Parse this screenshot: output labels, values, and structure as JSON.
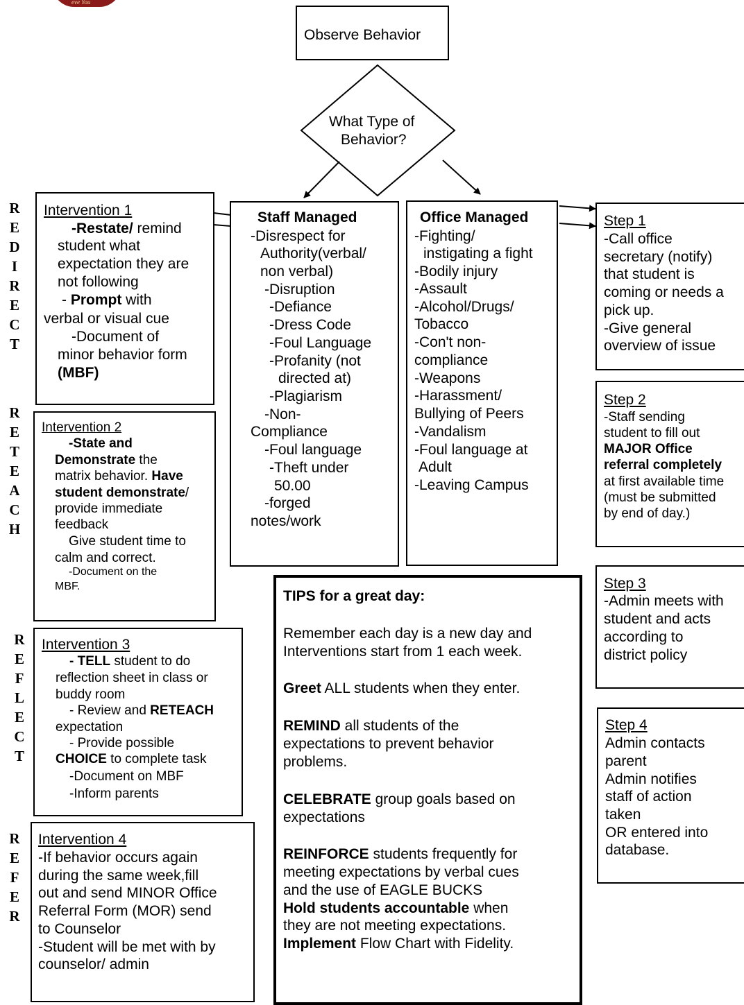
{
  "logo": {
    "text": "eve You"
  },
  "observe": "Observe Behavior",
  "decision": [
    "What Type of",
    "Behavior?"
  ],
  "side_words": {
    "redirect": [
      "R",
      "E",
      "D",
      "I",
      "R",
      "E",
      "C",
      "T"
    ],
    "reteach": [
      "R",
      "E",
      "T",
      "E",
      "A",
      "C",
      "H"
    ],
    "reflect": [
      "R",
      "E",
      "F",
      "L",
      "E",
      "C",
      "T"
    ],
    "refer": [
      "R",
      "E",
      "F",
      "E",
      "R"
    ]
  },
  "intervention1": {
    "title": "Intervention 1",
    "l1a": "-Restate/",
    "l1b": " remind",
    "l2": "student what",
    "l3": "expectation they are",
    "l4": "not following",
    "l5a": "- ",
    "l5b": "Prompt",
    "l5c": " with",
    "l6": "verbal or visual cue",
    "l7": "-Document of",
    "l8": "minor behavior form",
    "l9": "(MBF)"
  },
  "intervention2": {
    "title": "Intervention 2",
    "l1": "-State and",
    "l2a": "Demonstrate",
    "l2b": " the",
    "l3a": "matrix behavior. ",
    "l3b": "Have",
    "l4a": "student demonstrate",
    "l4b": "/",
    "l5": "provide immediate",
    "l6": "feedback",
    "l7": "Give student time to",
    "l8": "calm and correct.",
    "l9": "-Document on the",
    "l10": "MBF."
  },
  "intervention3": {
    "title": "Intervention 3",
    "l1a": "- TELL",
    "l1b": " student to do",
    "l2": "reflection sheet in class or",
    "l3": "buddy room",
    "l4a": "- Review and ",
    "l4b": "RETEACH",
    "l5": "expectation",
    "l6": "- Provide possible",
    "l7a": "CHOICE",
    "l7b": " to complete task",
    "l8": "-Document on MBF",
    "l9": "-Inform parents"
  },
  "intervention4": {
    "title": "Intervention 4",
    "lines": [
      "-If behavior occurs again",
      "during the same week,fill",
      "out and send MINOR Office",
      "Referral Form (MOR) send",
      "to Counselor",
      "-Student will be met with by",
      "counselor/ admin"
    ]
  },
  "staff_managed": {
    "title": "Staff Managed",
    "lines": [
      "-Disrespect for",
      "Authority(verbal/",
      "non verbal)",
      "-Disruption",
      "-Defiance",
      "-Dress Code",
      "-Foul Language",
      "-Profanity (not",
      "directed at)",
      "-Plagiarism",
      "-Non-",
      "Compliance",
      "-Foul language",
      "-Theft under",
      "50.00",
      "-forged",
      "notes/work"
    ]
  },
  "office_managed": {
    "title": "Office Managed",
    "lines": [
      "-Fighting/",
      "instigating a fight",
      "-Bodily injury",
      "-Assault",
      "-Alcohol/Drugs/",
      "Tobacco",
      "-Con't non-",
      "compliance",
      "-Weapons",
      "-Harassment/",
      "Bullying of Peers",
      "-Vandalism",
      "-Foul language at",
      "Adult",
      "-Leaving Campus"
    ]
  },
  "step1": {
    "title": "Step 1",
    "lines": [
      "-Call office",
      "secretary (notify)",
      "that student is",
      "coming or needs a",
      "pick up.",
      "-Give general",
      "overview of issue"
    ]
  },
  "step2": {
    "title": "Step 2",
    "l1": "-Staff sending",
    "l2": "student to fill out",
    "l3": "MAJOR Office",
    "l4": "referral completely",
    "l5": "at first available time",
    "l6": "(must be submitted",
    "l7": "by end of day.)"
  },
  "step3": {
    "title": "Step 3",
    "lines": [
      "-Admin meets with",
      "student and acts",
      "according to",
      "district policy"
    ]
  },
  "step4": {
    "title": "Step 4",
    "lines": [
      "Admin contacts",
      "parent",
      "Admin notifies",
      "staff of action",
      "taken",
      "OR entered into",
      "database."
    ]
  },
  "tips": {
    "title": "TIPS for a great day:",
    "p1a": "Remember each day is a new day and",
    "p1b": "Interventions start from 1 each week.",
    "p2a": "Greet",
    "p2b": " ALL students when they enter.",
    "p3a": "REMIND",
    "p3b": " all students of the",
    "p3c": "expectations to prevent behavior",
    "p3d": "problems.",
    "p4a": "CELEBRATE",
    "p4b": " group goals based on",
    "p4c": "expectations",
    "p5a": "REINFORCE",
    "p5b": "  students frequently for",
    "p5c": "meeting expectations by verbal cues",
    "p5d": "and the use of EAGLE BUCKS",
    "p6a": "Hold students accountable",
    "p6b": " when",
    "p6c": "they are not meeting expectations.",
    "p7a": "Implement",
    "p7b": " Flow Chart with Fidelity."
  }
}
